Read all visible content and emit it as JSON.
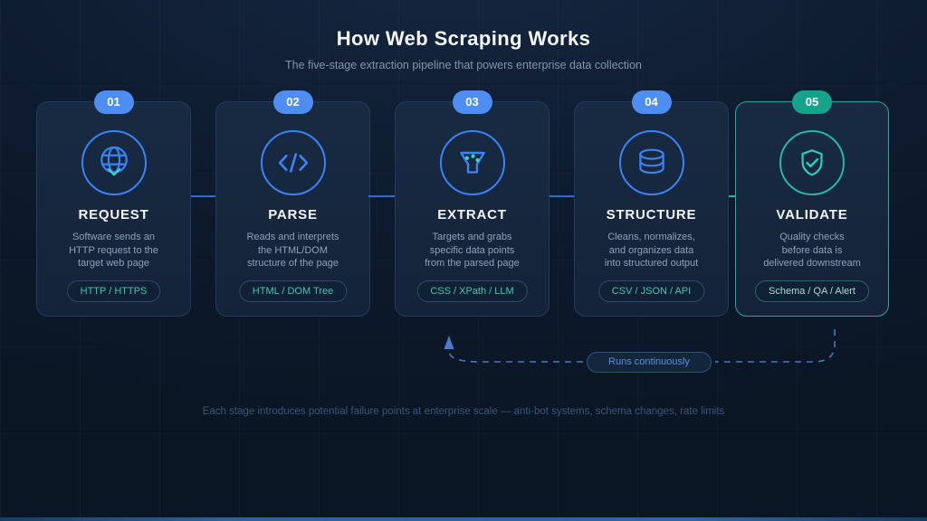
{
  "header": {
    "title": "How Web Scraping Works",
    "subtitle": "The five-stage extraction pipeline that powers enterprise data collection"
  },
  "stages": [
    {
      "number": "01",
      "title": "REQUEST",
      "description": "Software sends an\nHTTP request to the\ntarget web page",
      "tag": "HTTP / HTTPS",
      "icon": "globe-icon",
      "highlighted": false
    },
    {
      "number": "02",
      "title": "PARSE",
      "description": "Reads and interprets\nthe HTML/DOM\nstructure of the page",
      "tag": "HTML / DOM Tree",
      "icon": "code-icon",
      "highlighted": false
    },
    {
      "number": "03",
      "title": "EXTRACT",
      "description": "Targets and grabs\nspecific data points\nfrom the parsed page",
      "tag": "CSS / XPath / LLM",
      "icon": "funnel-icon",
      "highlighted": false
    },
    {
      "number": "04",
      "title": "STRUCTURE",
      "description": "Cleans, normalizes,\nand organizes data\ninto structured output",
      "tag": "CSV / JSON / API",
      "icon": "database-icon",
      "highlighted": false
    },
    {
      "number": "05",
      "title": "VALIDATE",
      "description": "Quality checks\nbefore data is\ndelivered downstream",
      "tag": "Schema / QA / Alert",
      "icon": "shield-check-icon",
      "highlighted": true
    }
  ],
  "feedback_loop": {
    "label": "Runs continuously"
  },
  "footer": {
    "note": "Each stage introduces potential failure points at enterprise scale — anti-bot systems, schema changes, rate limits"
  },
  "colors": {
    "background": "#0e1b2e",
    "card_background": "#17293f",
    "accent_blue": "#3b82f6",
    "accent_teal": "#2bb5a2",
    "badge_blue": "#4e8ef2",
    "badge_teal": "#17a38b",
    "tag_text_teal": "#43c4b7",
    "dashed_line_blue": "#4577c2",
    "muted_text": "#8da1ba",
    "footer_text": "#3c5578"
  }
}
